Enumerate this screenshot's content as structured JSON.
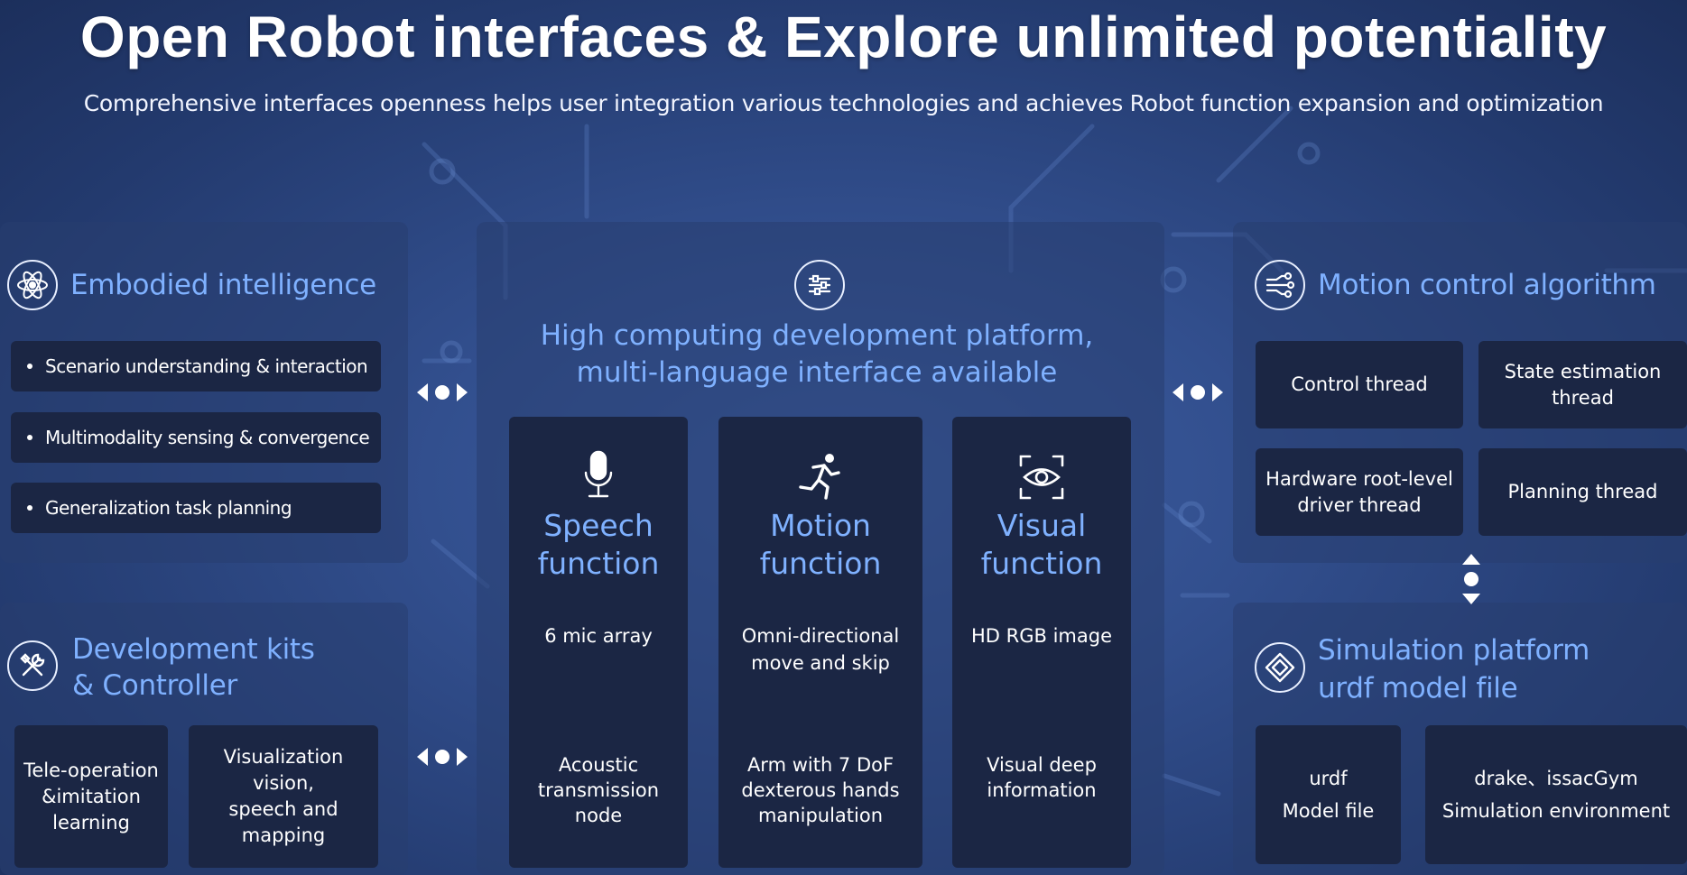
{
  "header": {
    "title": "Open Robot interfaces & Explore unlimited potentiality",
    "subtitle": "Comprehensive interfaces openness helps user integration various technologies and achieves Robot  function expansion and optimization"
  },
  "embodied": {
    "title": "Embodied  intelligence",
    "icon": "atom-icon",
    "items": [
      "Scenario understanding & interaction",
      "Multimodality sensing & convergence",
      "Generalization task planning"
    ]
  },
  "devkits": {
    "title_line1": "Development kits",
    "title_line2": "& Controller",
    "icon": "tools-icon",
    "boxes": [
      "Tele-operation\n&imitation\nlearning",
      "Visualization vision,\nspeech and mapping"
    ]
  },
  "center": {
    "icon": "sliders-icon",
    "title_line1": "High computing development platform,",
    "title_line2": "multi-language interface available",
    "columns": [
      {
        "icon": "microphone-icon",
        "title": "Speech\nfunction",
        "feature1": "6 mic array",
        "feature2": "Acoustic\ntransmission\nnode"
      },
      {
        "icon": "running-person-icon",
        "title": "Motion\nfunction",
        "feature1": "Omni-directional\nmove and skip",
        "feature2": "Arm with 7 DoF\ndexterous hands\nmanipulation"
      },
      {
        "icon": "eye-icon",
        "title": "Visual\nfunction",
        "feature1": "HD RGB image",
        "feature2": "Visual  deep\ninformation"
      }
    ]
  },
  "motion": {
    "title": "Motion control algorithm",
    "icon": "network-icon",
    "boxes": [
      "Control thread",
      "State estimation\nthread",
      "Hardware root-level\ndriver thread",
      "Planning thread"
    ]
  },
  "simulation": {
    "title_line1": "Simulation  platform",
    "title_line2": "urdf model file",
    "icon": "diamond-logo-icon",
    "boxes": [
      "urdf\nModel file",
      "drake、issacGym\nSimulation environment"
    ]
  },
  "colors": {
    "accent_blue": "#7fb1ff",
    "box_bg": "#1b2644",
    "bg": "#324f8e"
  }
}
